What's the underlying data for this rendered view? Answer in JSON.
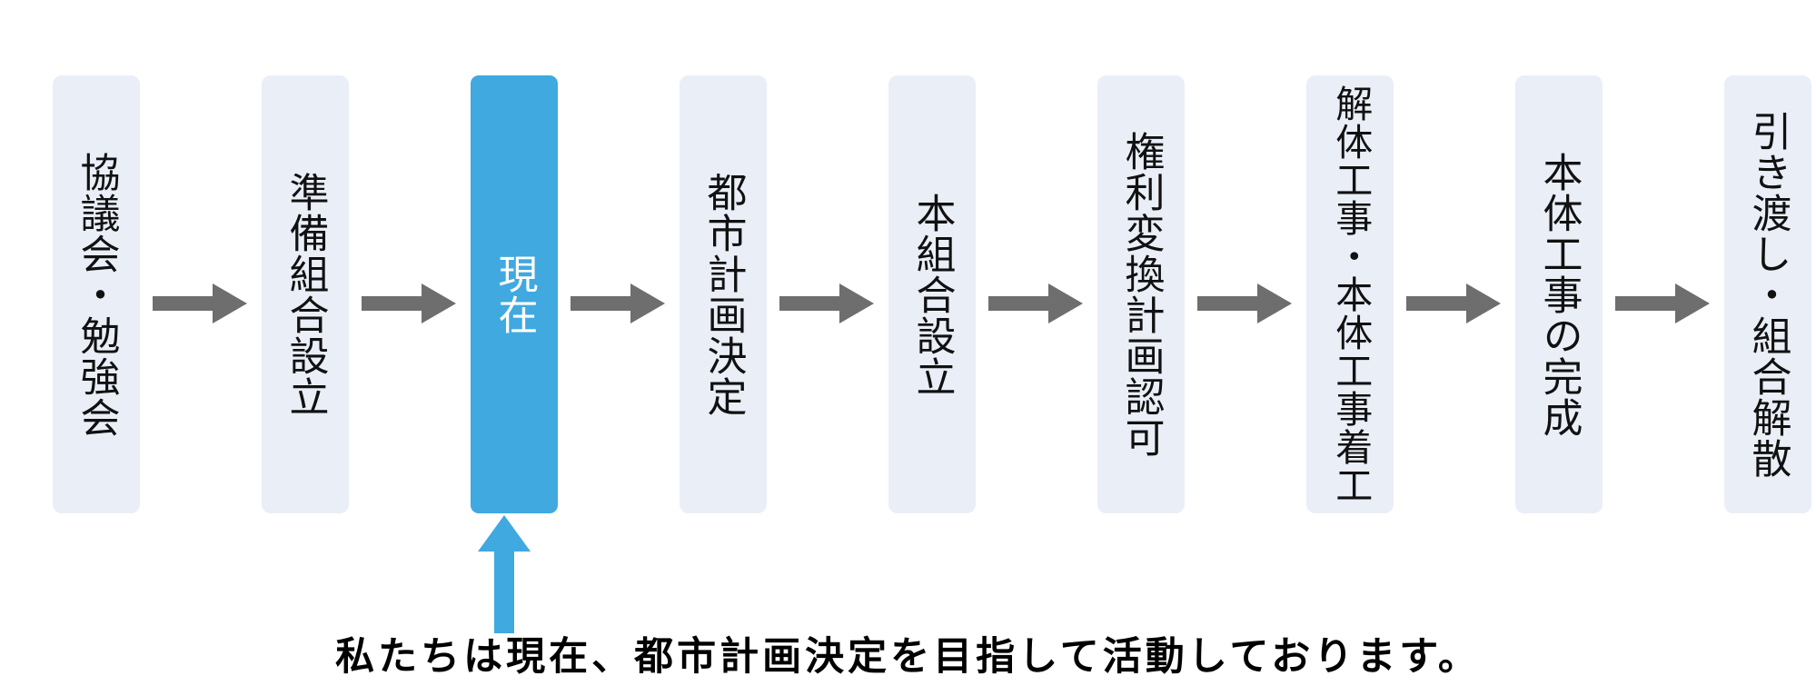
{
  "diagram": {
    "type": "process-flow",
    "orientation": "horizontal",
    "title_text": "",
    "colors": {
      "stage_background": "#e9eef7",
      "stage_text": "#111111",
      "current_background": "#3fa9e0",
      "current_text": "#ffffff",
      "arrow_gray": "#6e6e6e",
      "arrow_blue": "#3fa9e0",
      "caption_text": "#000000",
      "page_background": "#ffffff"
    },
    "stages": [
      {
        "id": "stage-1",
        "label": "協議会・勉強会",
        "current": false
      },
      {
        "id": "stage-2",
        "label": "準備組合設立",
        "current": false
      },
      {
        "id": "stage-3",
        "label": "現在",
        "current": true
      },
      {
        "id": "stage-4",
        "label": "都市計画決定",
        "current": false
      },
      {
        "id": "stage-5",
        "label": "本組合設立",
        "current": false
      },
      {
        "id": "stage-6",
        "label": "権利変換計画認可",
        "current": false
      },
      {
        "id": "stage-7",
        "label": "解体工事・本体工事着工",
        "current": false
      },
      {
        "id": "stage-8",
        "label": "本体工事の完成",
        "current": false
      },
      {
        "id": "stage-9",
        "label": "引き渡し・組合解散",
        "current": false
      }
    ],
    "connectors": [
      {
        "id": "connector-1",
        "from": "stage-1",
        "to": "stage-2",
        "icon": "arrow-right-icon"
      },
      {
        "id": "connector-2",
        "from": "stage-2",
        "to": "stage-3",
        "icon": "arrow-right-icon"
      },
      {
        "id": "connector-3",
        "from": "stage-3",
        "to": "stage-4",
        "icon": "arrow-right-icon"
      },
      {
        "id": "connector-4",
        "from": "stage-4",
        "to": "stage-5",
        "icon": "arrow-right-icon"
      },
      {
        "id": "connector-5",
        "from": "stage-5",
        "to": "stage-6",
        "icon": "arrow-right-icon"
      },
      {
        "id": "connector-6",
        "from": "stage-6",
        "to": "stage-7",
        "icon": "arrow-right-icon"
      },
      {
        "id": "connector-7",
        "from": "stage-7",
        "to": "stage-8",
        "icon": "arrow-right-icon"
      },
      {
        "id": "connector-8",
        "from": "stage-8",
        "to": "stage-9",
        "icon": "arrow-right-icon"
      }
    ],
    "callout": {
      "icon": "arrow-up-icon",
      "points_to": "stage-3",
      "caption": "私たちは現在、都市計画決定を目指して活動しております。"
    }
  }
}
